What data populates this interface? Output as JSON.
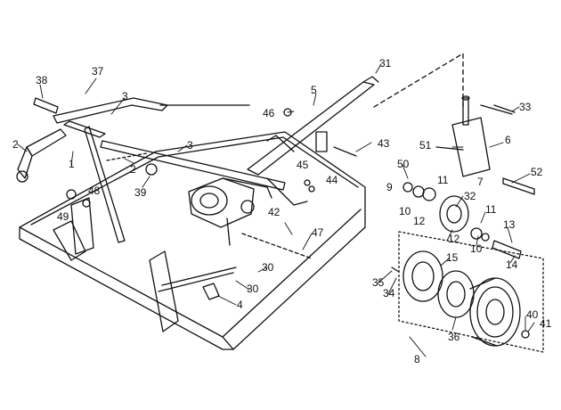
{
  "diagram": {
    "type": "exploded-parts-view",
    "colors": {
      "line": "#111111",
      "background": "#ffffff"
    },
    "callouts": [
      "38",
      "37",
      "3",
      "2",
      "1",
      "2",
      "3",
      "39",
      "48",
      "49",
      "5",
      "46",
      "45",
      "44",
      "43",
      "42",
      "31",
      "33",
      "6",
      "51",
      "52",
      "50",
      "9",
      "10",
      "11",
      "12",
      "32",
      "7",
      "11",
      "13",
      "12",
      "10",
      "14",
      "15",
      "35",
      "34",
      "36",
      "47",
      "30",
      "30",
      "4",
      "40",
      "41",
      "8"
    ]
  }
}
